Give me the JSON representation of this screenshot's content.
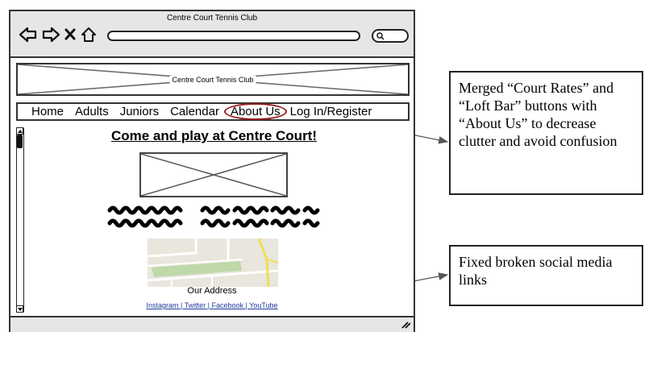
{
  "window": {
    "title": "Centre Court Tennis Club"
  },
  "browser_controls": {
    "icons": [
      "back-arrow-icon",
      "forward-arrow-icon",
      "close-x-icon",
      "home-icon"
    ],
    "search_icon": "search-icon"
  },
  "site": {
    "banner_text": "Centre Court Tennis Club",
    "nav": [
      "Home",
      "Adults",
      "Juniors",
      "Calendar",
      "About Us",
      "Log In/Register"
    ],
    "highlighted_nav_item": "About Us",
    "heading": "Come and play at Centre Court!",
    "address_label": "Our Address",
    "social_links": "Instagram | Twitter | Facebook | YouTube"
  },
  "annotations": [
    {
      "text": "Merged “Court Rates” and “Loft Bar” buttons with “About Us” to decrease clutter and avoid confusion"
    },
    {
      "text": "Fixed broken social media links"
    }
  ],
  "colors": {
    "highlight_ring": "#9b1b1b",
    "link": "#1f3a9a",
    "chrome": "#e6e6e6"
  }
}
